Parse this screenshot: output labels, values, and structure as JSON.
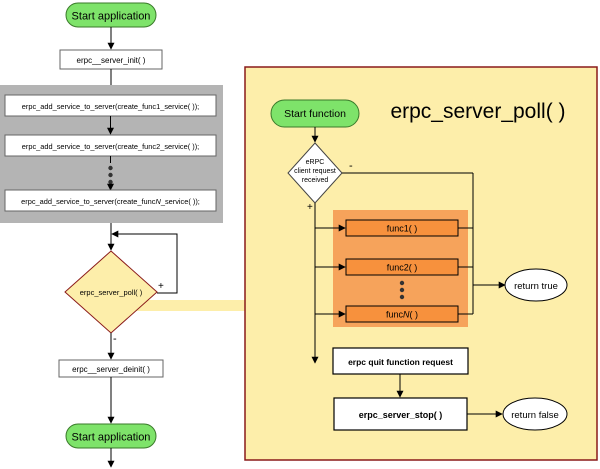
{
  "left_flow": {
    "start_top": "Start application",
    "server_init": "erpc__server_init( )",
    "add_service_1": "erpc_add_service_to_server(create_func1_service( ));",
    "add_service_2": "erpc_add_service_to_server(create_func2_service( ));",
    "add_service_n_prefix": "erpc_add_service_to_server(create_func",
    "add_service_n_italic": "N",
    "add_service_n_suffix": "_service( ));",
    "server_poll_decision": "erpc_server_poll( )",
    "poll_plus": "+",
    "poll_minus": "-",
    "server_deinit": "erpc__server_deinit( )",
    "start_bottom": "Start application"
  },
  "detail_panel": {
    "title": "erpc_server_poll( )",
    "start_function": "Start function",
    "decision_line1": "eRPC",
    "decision_line2": "client request",
    "decision_line3": "received",
    "decision_minus": "-",
    "decision_plus": "+",
    "func1": "func1( )",
    "func2": "func2( )",
    "funcN_prefix": "func",
    "funcN_italic": "N",
    "funcN_suffix": "( )",
    "return_true": "return true",
    "quit_request": "erpc quit function request",
    "server_stop": "erpc_server_stop( )",
    "return_false": "return false"
  },
  "colors": {
    "terminal_green": "#7ee36a",
    "services_gray": "#b4b4b4",
    "decision_yellow": "#fdeeaa",
    "panel_fill": "#fdeeaa",
    "panel_border": "#8a1a1a",
    "funcs_orange": "#f6a35b",
    "func_box_orange": "#f7913d"
  }
}
